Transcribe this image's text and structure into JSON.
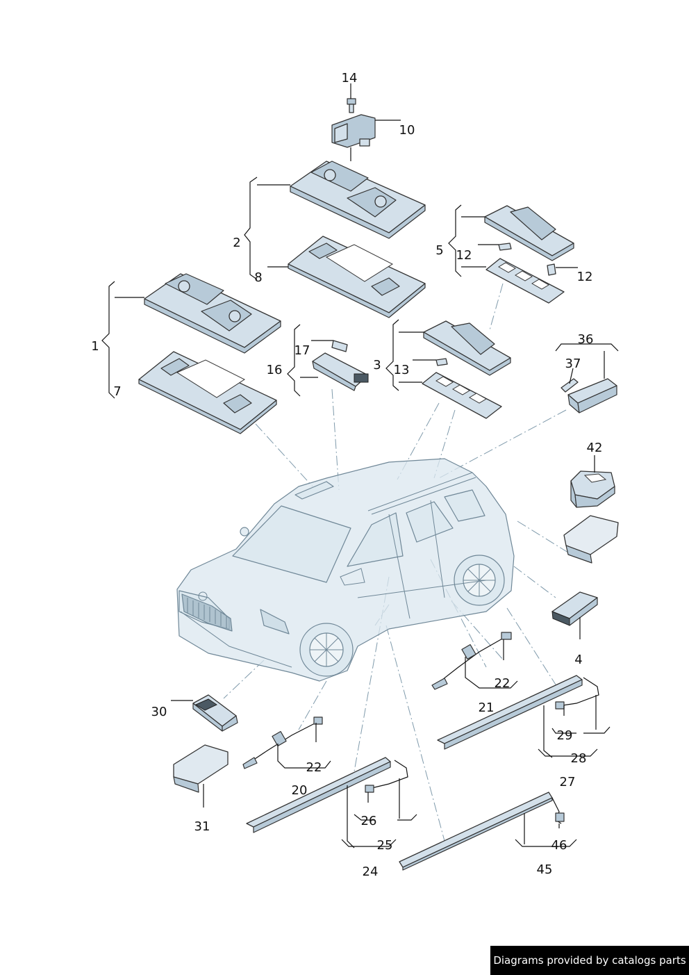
{
  "labels": {
    "l14": "14",
    "l10": "10",
    "l2": "2",
    "l8": "8",
    "l5": "5",
    "l12a": "12",
    "l12b": "12",
    "l1": "1",
    "l7": "7",
    "l17": "17",
    "l16": "16",
    "l3": "3",
    "l13": "13",
    "l36": "36",
    "l37": "37",
    "l42": "42",
    "l4": "4",
    "l22a": "22",
    "l21": "21",
    "l29": "29",
    "l28": "28",
    "l27": "27",
    "l30": "30",
    "l22b": "22",
    "l20": "20",
    "l31": "31",
    "l26": "26",
    "l25": "25",
    "l24": "24",
    "l46": "46",
    "l45": "45"
  },
  "watermark": "Diagrams provided by catalogs parts"
}
